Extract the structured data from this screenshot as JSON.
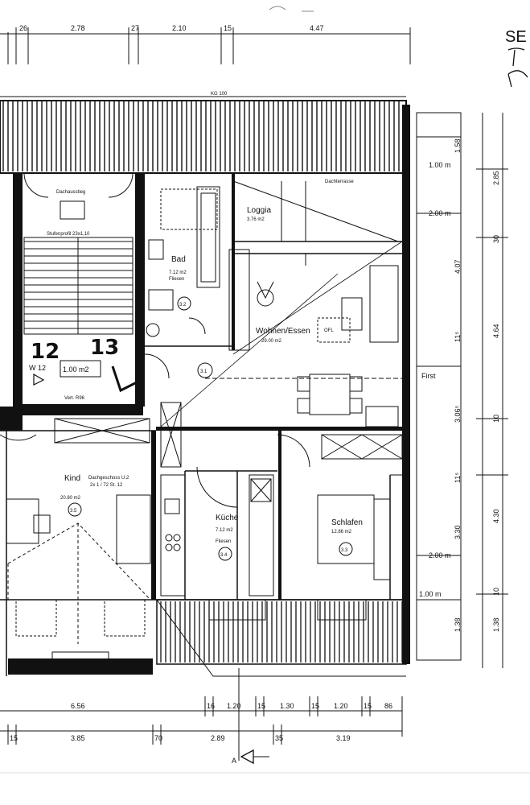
{
  "top_dimensions": [
    "26",
    "2.78",
    "27",
    "2.10",
    "15",
    "4.47"
  ],
  "bottom_dimensions_row1": [
    "6.56",
    "16",
    "1.20",
    "15",
    "1.30",
    "15",
    "1.20",
    "15",
    "86"
  ],
  "bottom_dimensions_row2": [
    "15",
    "3.85",
    "70",
    "2.89",
    "35",
    "3.19"
  ],
  "right_dimensions": [
    "1.58",
    "2.85",
    "30",
    "4.07",
    "4.64",
    "11⁵",
    "3.06⁵",
    "10",
    "11⁵",
    "4.30",
    "3.30",
    "10",
    "1.38",
    "1.38"
  ],
  "right_labels": [
    "1.00 m",
    "2.00 m",
    "2.00 m",
    "1.00 m"
  ],
  "first_label": "First",
  "rooms": {
    "bad": {
      "name": "Bad",
      "area": "7.12 m2",
      "floor": "Fliesen",
      "marker": "3.2"
    },
    "loggia": {
      "name": "Loggia",
      "area": "3.76 m2"
    },
    "wohnen": {
      "name": "Wohnen/Essen",
      "area": "29.00 m2",
      "marker": "3.1"
    },
    "kind": {
      "name": "Kind",
      "area": "20.80 m2",
      "marker": "3.5"
    },
    "kueche": {
      "name": "Küche",
      "area": "7.12 m2",
      "floor": "Fliesen",
      "marker": "3.4"
    },
    "schlafen": {
      "name": "Schlafen",
      "area": "12.86 m2",
      "marker": "3.3"
    },
    "stair": {
      "name": "1.00 m2"
    },
    "wc": {
      "name": "W 12"
    }
  },
  "annotations": {
    "dachausstieg": "Dachausstieg",
    "stair_note": "Stufenprofil 23x1,10",
    "dachfenster": "Dachgeschoss U.2",
    "dachfenster2": "2x 1 / 72 St. 12",
    "vert": "Vert. R96",
    "loggia_note": "Dachterrasse",
    "kg_note": "KG 100",
    "ofl": "OFL",
    "handwritten_12": "12",
    "handwritten_13": "13",
    "section_marker": "A"
  },
  "corner_note": "SE"
}
